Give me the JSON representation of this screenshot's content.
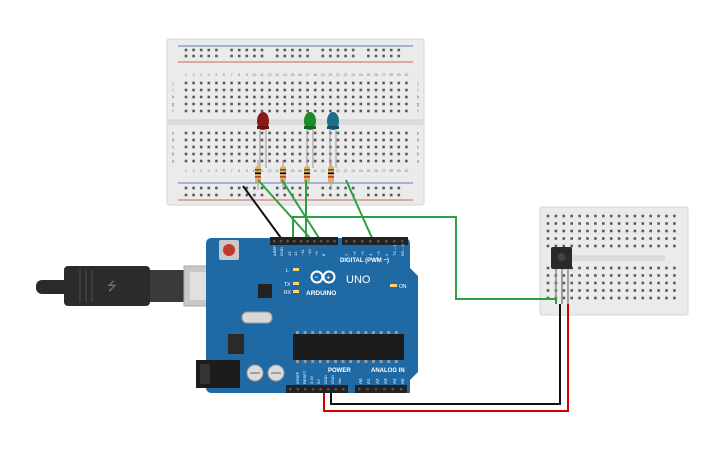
{
  "board": {
    "brand": "ARDUINO",
    "model": "UNO",
    "digital_label": "DIGITAL (PWM ~)",
    "power_label": "POWER",
    "analog_label": "ANALOG IN",
    "on_label": "ON",
    "led_labels": [
      "L",
      "TX",
      "RX"
    ],
    "top_pin_labels": [
      "AREF",
      "GND",
      "13",
      "12",
      "~11",
      "~10",
      "~9",
      "8",
      "7",
      "~6",
      "~5",
      "4",
      "~3",
      "2",
      "TX→1",
      "RX←0"
    ],
    "power_pin_labels": [
      "IOREF",
      "RESET",
      "3.3V",
      "5V",
      "GND",
      "GND",
      "Vin"
    ],
    "analog_pin_labels": [
      "A0",
      "A1",
      "A2",
      "A3",
      "A4",
      "A5"
    ]
  },
  "breadboard": {
    "column_numbers": [
      "1",
      "2",
      "3",
      "4",
      "5",
      "6",
      "7",
      "8",
      "9",
      "10",
      "11",
      "12",
      "13",
      "14",
      "15",
      "16",
      "17",
      "18",
      "19",
      "20",
      "21",
      "22",
      "23",
      "24",
      "25",
      "26",
      "27",
      "28",
      "29",
      "30"
    ],
    "row_letters_top": [
      "j",
      "i",
      "h",
      "g",
      "f"
    ],
    "row_letters_bottom": [
      "e",
      "d",
      "c",
      "b",
      "a"
    ]
  },
  "components": {
    "leds": [
      {
        "name": "red",
        "color": "#8b1a1a"
      },
      {
        "name": "green",
        "color": "#1f8a2a"
      },
      {
        "name": "blue",
        "color": "#1b6f8a"
      }
    ],
    "resistor_band_colors": [
      "#8b4513",
      "#000000",
      "#c0392b"
    ]
  },
  "colors": {
    "board_blue": "#1f6aa5",
    "wire_green": "#2ea043",
    "wire_red": "#d00000",
    "wire_black": "#111111",
    "breadboard_bg": "#ececec",
    "rail_red": "#c0392b",
    "rail_blue": "#2c5aa0"
  }
}
